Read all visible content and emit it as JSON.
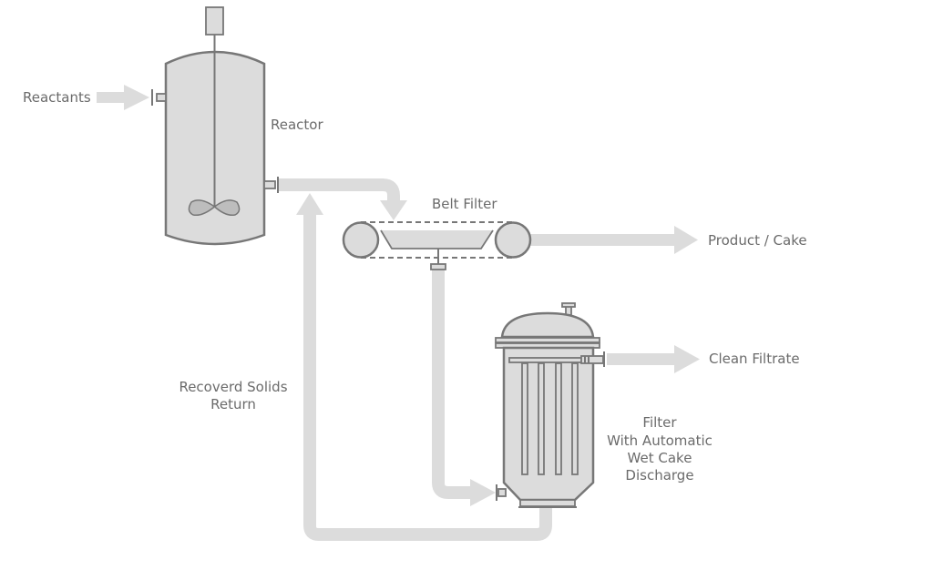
{
  "labels": {
    "reactants": "Reactants",
    "reactor": "Reactor",
    "belt_filter": "Belt Filter",
    "product_cake": "Product / Cake",
    "clean_filtrate": "Clean Filtrate",
    "recovered_solids_line1": "Recoverd Solids",
    "recovered_solids_line2": "Return",
    "filter_line1": "Filter",
    "filter_line2": "With Automatic",
    "filter_line3": "Wet Cake",
    "filter_line4": "Discharge"
  },
  "colors": {
    "pipe": "#dcdcdc",
    "equipment_fill": "#dcdcdc",
    "equipment_stroke": "#777777",
    "text": "#6b6b6b"
  }
}
